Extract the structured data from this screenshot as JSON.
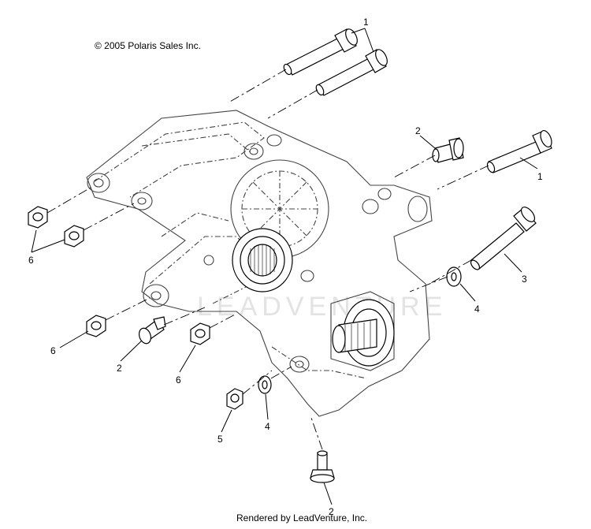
{
  "copyright": "© 2005 Polaris Sales Inc.",
  "rendered_by": "Rendered by LeadVenture, Inc.",
  "watermark": "LEADVENTURE",
  "callouts": [
    {
      "id": "c1a",
      "label": "1"
    },
    {
      "id": "c1b",
      "label": "1"
    },
    {
      "id": "c2a",
      "label": "2"
    },
    {
      "id": "c2b",
      "label": "2"
    },
    {
      "id": "c2c",
      "label": "2"
    },
    {
      "id": "c3",
      "label": "3"
    },
    {
      "id": "c4a",
      "label": "4"
    },
    {
      "id": "c4b",
      "label": "4"
    },
    {
      "id": "c5",
      "label": "5"
    },
    {
      "id": "c6a",
      "label": "6"
    },
    {
      "id": "c6b",
      "label": "6"
    },
    {
      "id": "c6c",
      "label": "6"
    }
  ]
}
